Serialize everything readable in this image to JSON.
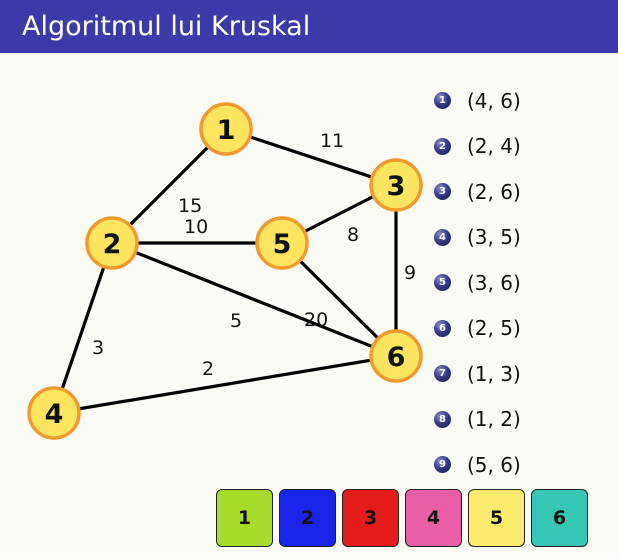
{
  "header": {
    "title": "Algoritmul lui Kruskal"
  },
  "graph": {
    "nodes": [
      {
        "id": "1",
        "label": "1"
      },
      {
        "id": "2",
        "label": "2"
      },
      {
        "id": "3",
        "label": "3"
      },
      {
        "id": "4",
        "label": "4"
      },
      {
        "id": "5",
        "label": "5"
      },
      {
        "id": "6",
        "label": "6"
      }
    ],
    "edges": [
      {
        "from": "1",
        "to": "3",
        "weight": "11"
      },
      {
        "from": "1",
        "to": "2",
        "weight": "15"
      },
      {
        "from": "2",
        "to": "5",
        "weight": "10"
      },
      {
        "from": "5",
        "to": "3",
        "weight": "8"
      },
      {
        "from": "3",
        "to": "6",
        "weight": "9"
      },
      {
        "from": "2",
        "to": "6",
        "weight": "5"
      },
      {
        "from": "5",
        "to": "6",
        "weight": "20"
      },
      {
        "from": "2",
        "to": "4",
        "weight": "3"
      },
      {
        "from": "4",
        "to": "6",
        "weight": "2"
      }
    ]
  },
  "sorted_edges": [
    {
      "num": "1",
      "pair": "(4, 6)"
    },
    {
      "num": "2",
      "pair": "(2, 4)"
    },
    {
      "num": "3",
      "pair": "(2, 6)"
    },
    {
      "num": "4",
      "pair": "(3, 5)"
    },
    {
      "num": "5",
      "pair": "(3, 6)"
    },
    {
      "num": "6",
      "pair": "(2, 5)"
    },
    {
      "num": "7",
      "pair": "(1, 3)"
    },
    {
      "num": "8",
      "pair": "(1, 2)"
    },
    {
      "num": "9",
      "pair": "(5, 6)"
    }
  ],
  "sets": [
    {
      "label": "1",
      "color": "#a6dd2c"
    },
    {
      "label": "2",
      "color": "#1a23e8"
    },
    {
      "label": "3",
      "color": "#e31b1b"
    },
    {
      "label": "4",
      "color": "#e85fa8"
    },
    {
      "label": "5",
      "color": "#fbea6b"
    },
    {
      "label": "6",
      "color": "#35c6b5"
    }
  ]
}
